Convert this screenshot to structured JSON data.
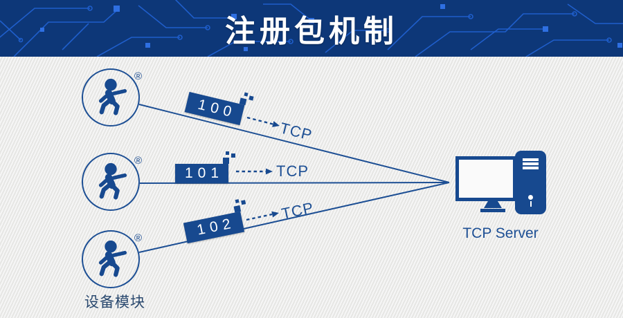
{
  "header": {
    "title": "注册包机制"
  },
  "diagram": {
    "device_group": {
      "label": "设备模块",
      "trademark_symbol": "®"
    },
    "packets": [
      {
        "id": "100",
        "protocol": "TCP"
      },
      {
        "id": "101",
        "protocol": "TCP"
      },
      {
        "id": "102",
        "protocol": "TCP"
      }
    ],
    "server": {
      "label": "TCP Server"
    }
  },
  "colors": {
    "header_background": "#0d3778",
    "circuit_trace": "#2263d4",
    "brand_blue": "#17498f",
    "line_blue": "#1d4f94",
    "canvas_background": "#ececea",
    "title_text": "#ffffff"
  }
}
